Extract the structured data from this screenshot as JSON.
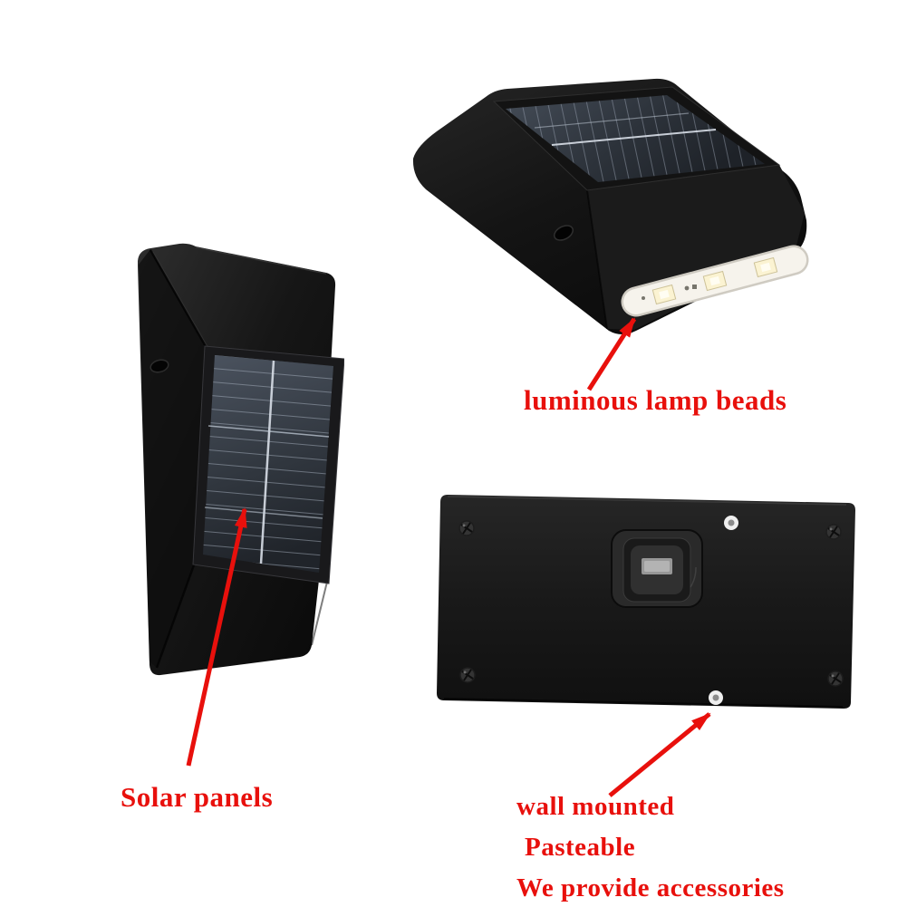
{
  "colors": {
    "annotation": "#e8100c",
    "background": "#ffffff",
    "body": "#141414",
    "panel": "#3a414b",
    "led": "#f6f3ec"
  },
  "annotations": {
    "lamp_beads": "luminous lamp beads",
    "solar_panels": "Solar panels",
    "wall_mounted_lines": [
      "wall mounted",
      "Pasteable",
      "We provide accessories"
    ]
  }
}
